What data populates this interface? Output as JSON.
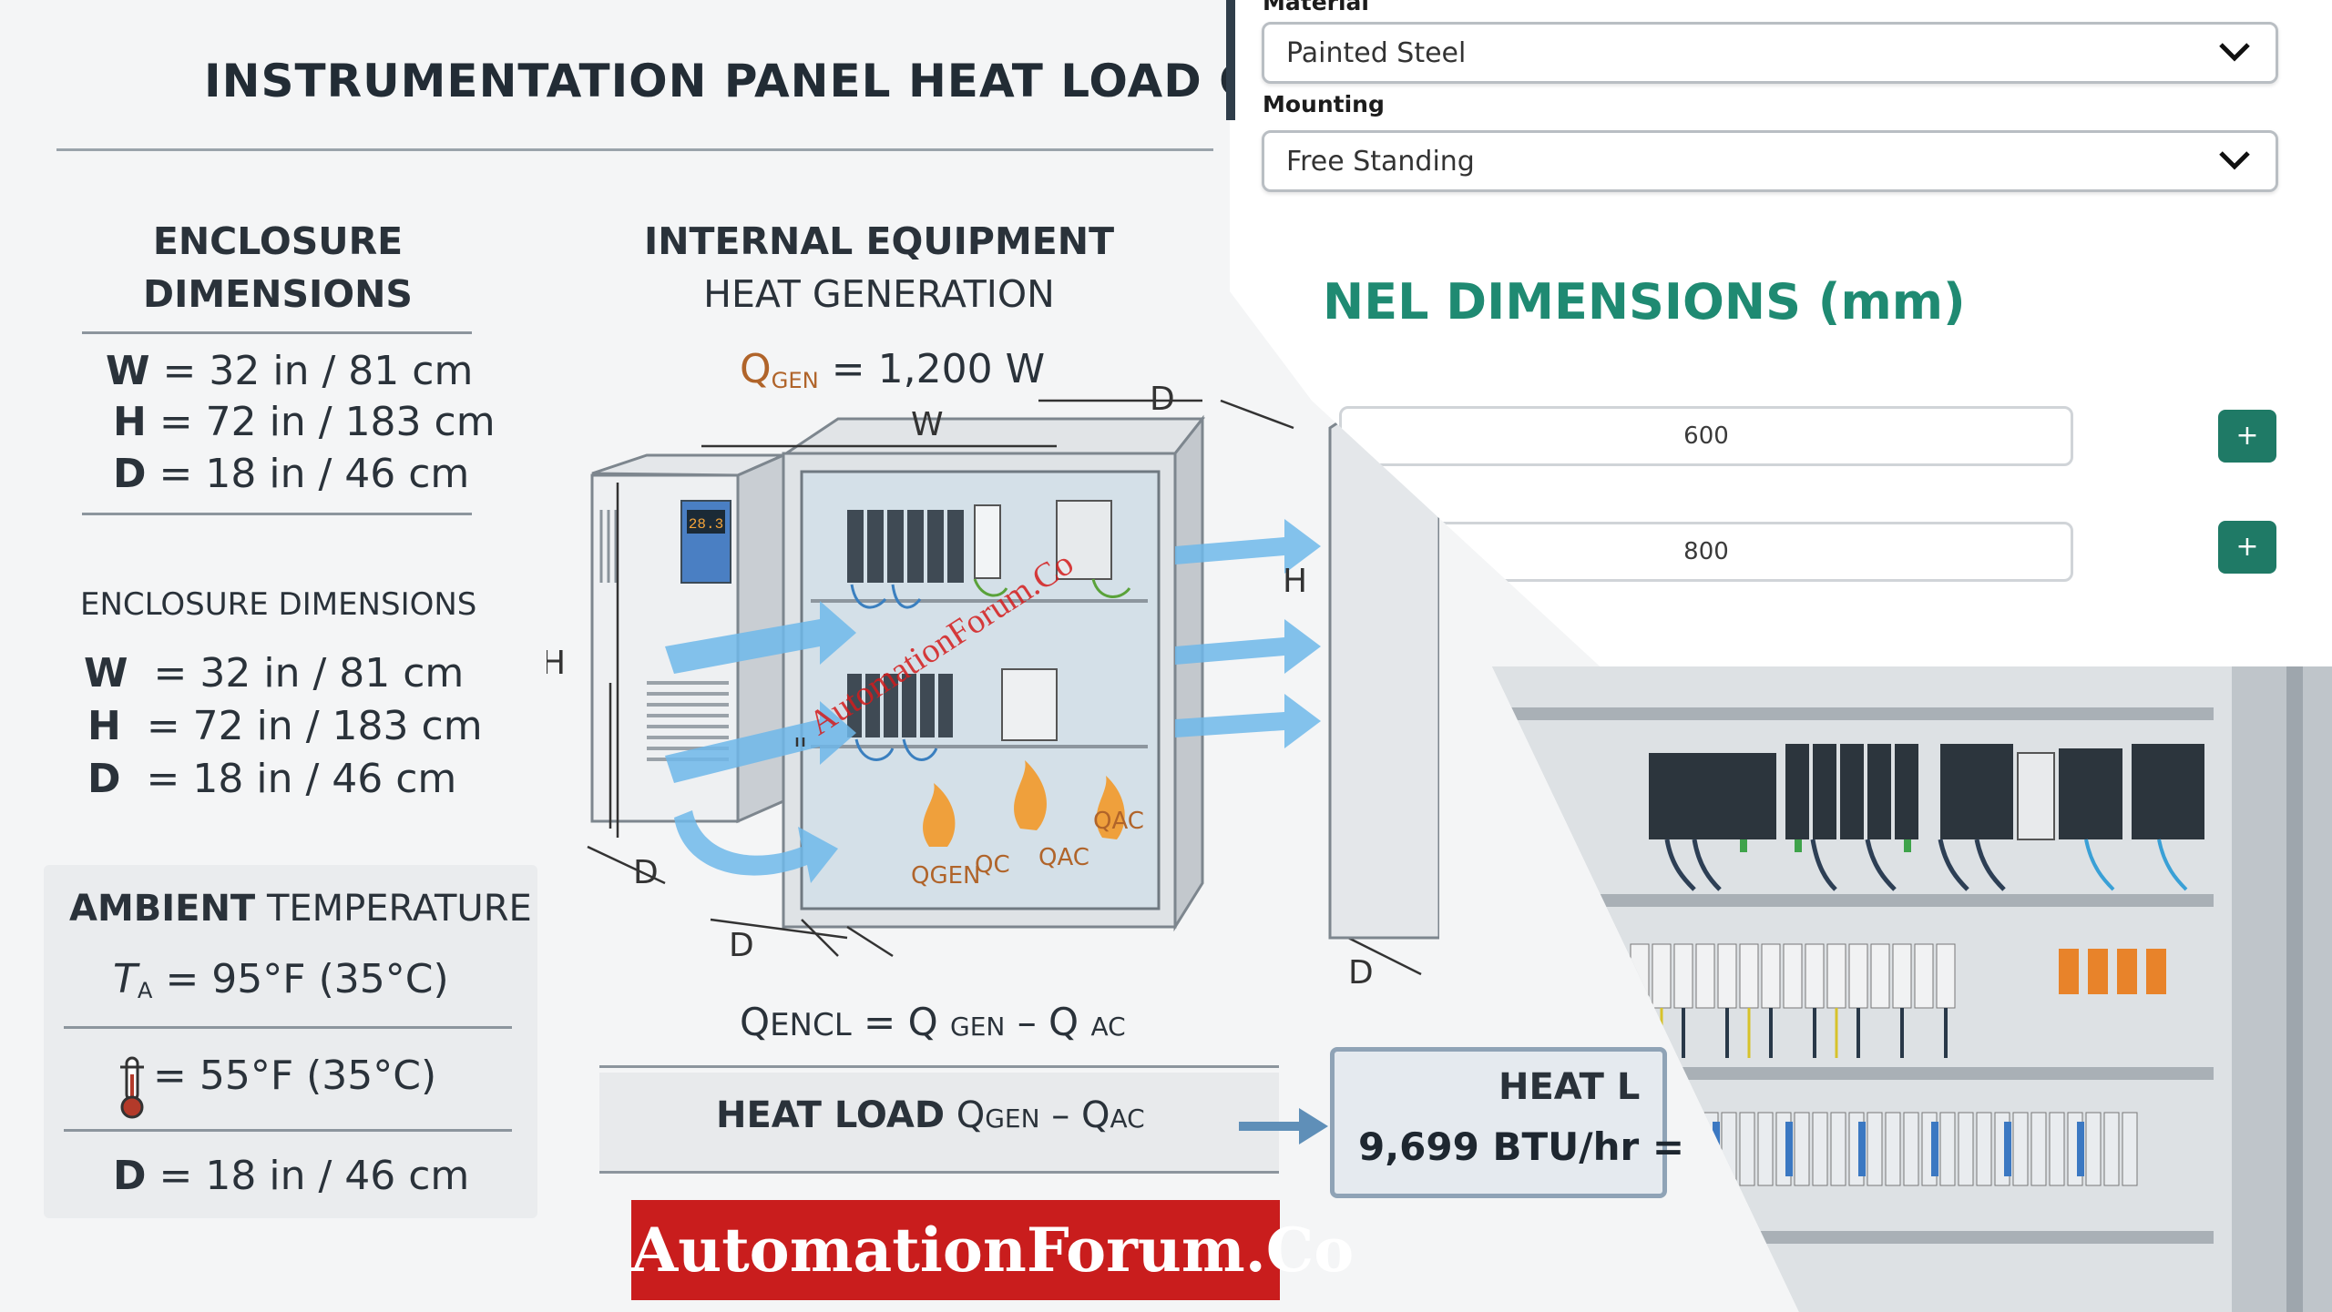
{
  "title": "INSTRUMENTATION PANEL HEAT LOAD C",
  "enclosure_block_1": {
    "heading_line1": "ENCLOSURE",
    "heading_line2": "DIMENSIONS",
    "w_label": "W",
    "w_value": "= 32 in / 81 cm",
    "h_label": "H",
    "h_value": "= 72 in / 183 cm",
    "d_label": "D",
    "d_value": "= 18 in / 46 cm"
  },
  "enclosure_block_2": {
    "heading": "ENCLOSURE DIMENSIONS",
    "w_label": "W",
    "w_value": "= 32 in / 81 cm",
    "h_label": "H",
    "h_value": "= 72 in / 183 cm",
    "d_label": "D",
    "d_value": "= 18 in / 46 cm"
  },
  "ambient": {
    "heading_bold": "AMBIENT",
    "heading_rest": "TEMPERATURE",
    "ta_symbol": "T",
    "ta_sub": "A",
    "ta_value": "= 95°F (35°C)",
    "thermo_value": "= 55°F (35°C)",
    "d_label": "D",
    "d_value": "= 18 in / 46 cm"
  },
  "internal": {
    "heading_line1": "INTERNAL EQUIPMENT",
    "heading_line2": "HEAT GENERATION",
    "q_symbol": "Q",
    "q_sub": "GEN",
    "q_value": "= 1,200 W"
  },
  "diagram": {
    "dim_w": "W",
    "dim_d_top": "D",
    "dim_h_left": "H",
    "dim_h_right": "H",
    "dim_d_bottom_left": "D",
    "dim_d_bottom": "D",
    "dim_d_bottom_right": "D",
    "display_text": "28.3",
    "heat_labels": [
      "QGEN",
      "QC",
      "QAC",
      "QAC"
    ]
  },
  "formula": {
    "q1": "Q",
    "s1": "ENCL",
    "eq": "= Q",
    "s2": "GEN",
    "minus": "– Q",
    "s3": "AC"
  },
  "heat_load_row": {
    "label": "HEAT LOAD",
    "q1": "Q",
    "s1": "GEN",
    "minus": "– Q",
    "s2": "AC"
  },
  "result": {
    "heading": "HEAT L",
    "value": "9,699 BTU/hr ="
  },
  "brand": "AutomationForum.Co",
  "watermark": "AutomationForum.Co",
  "app": {
    "material_label": "Material",
    "material_value": "Painted Steel",
    "mounting_label": "Mounting",
    "mounting_value": "Free Standing",
    "section_title": "NEL DIMENSIONS (mm)",
    "dim_field_1": "600",
    "dim_field_2": "800",
    "plus_1": "+",
    "plus_2": "+"
  },
  "colors": {
    "accent_teal": "#1f8a72",
    "button_teal": "#1f7a66",
    "brand_red": "#c91d1d",
    "q_gen_orange": "#b0642a",
    "airflow_blue": "#6fb8ea"
  }
}
